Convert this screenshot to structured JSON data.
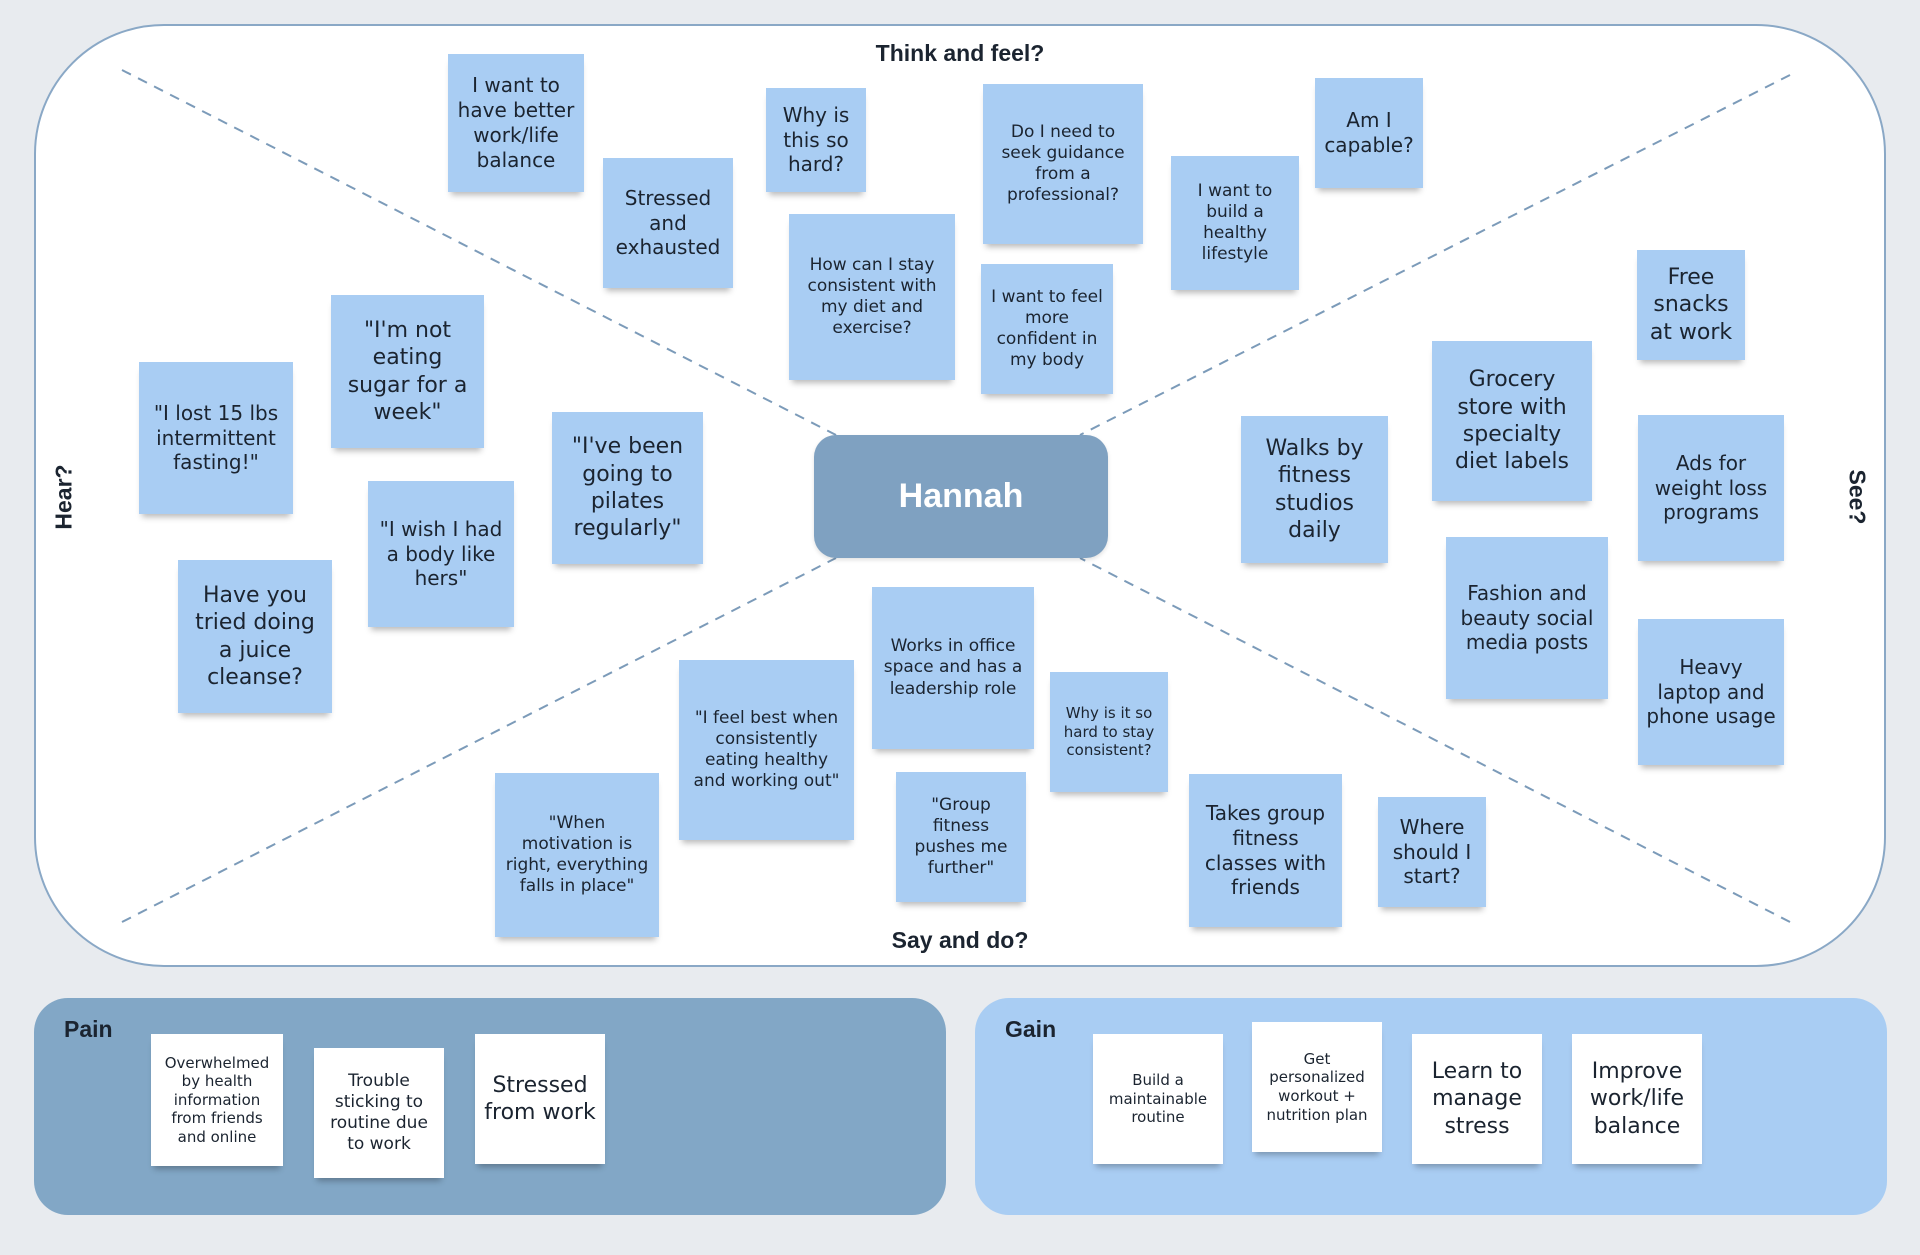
{
  "persona": {
    "name": "Hannah"
  },
  "quadrants": {
    "think_feel": "Think and feel?",
    "say_do": "Say and do?",
    "hear": "Hear?",
    "see": "See?"
  },
  "think_feel_notes": [
    "I want to have better work/life balance",
    "Stressed and exhausted",
    "Why is this so hard?",
    "How can I stay consistent with my diet and exercise?",
    "Do I need to seek guidance from a professional?",
    "I want to feel more confident in my body",
    "I want to build a healthy lifestyle",
    "Am I capable?"
  ],
  "hear_notes": [
    "\"I lost 15 lbs intermittent fasting!\"",
    "\"I'm not eating sugar for a week\"",
    "\"I wish I had a body like hers\"",
    "\"I've been going to pilates regularly\"",
    "Have you tried doing a juice cleanse?"
  ],
  "see_notes": [
    "Walks by fitness studios daily",
    "Grocery store with specialty diet labels",
    "Free snacks at work",
    "Ads for weight loss programs",
    "Fashion and beauty social media posts",
    "Heavy laptop and phone usage"
  ],
  "say_do_notes": [
    "\"When motivation is right, everything falls in place\"",
    "\"I feel best when consistently eating healthy and working out\"",
    "Works in office space and has a leadership role",
    "\"Group fitness pushes me further\"",
    "Why is it so hard to stay consistent?",
    "Takes group fitness classes with friends",
    "Where should I start?"
  ],
  "pain": {
    "title": "Pain",
    "notes": [
      "Overwhelmed by health information from friends and online",
      "Trouble sticking to routine due to work",
      "Stressed from work"
    ]
  },
  "gain": {
    "title": "Gain",
    "notes": [
      "Build a maintainable routine",
      "Get personalized workout + nutrition plan",
      "Learn to manage stress",
      "Improve work/life balance"
    ]
  },
  "colors": {
    "note_blue": "#a9cdf3",
    "center_node": "#7fa1c1",
    "pain_panel": "#82a7c6",
    "gain_panel": "#a9cdf3",
    "board_border": "#8aa8c6"
  }
}
